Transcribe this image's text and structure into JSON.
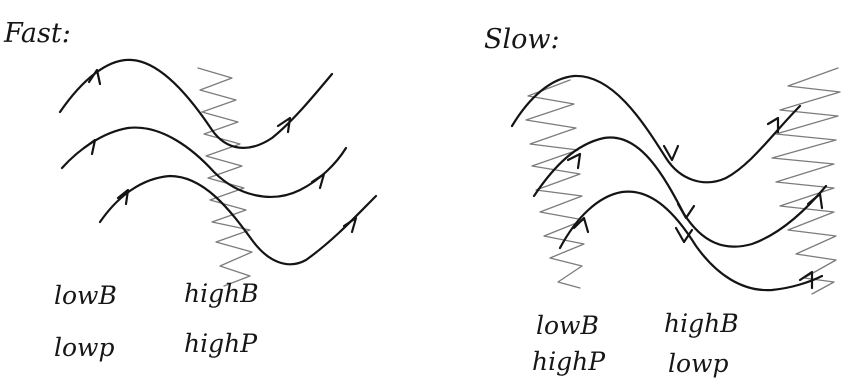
{
  "panels": [
    {
      "title": "Fast:",
      "labels": [
        {
          "line1": "lowB",
          "line2": "lowp"
        },
        {
          "line1": "highB",
          "line2": "highP"
        }
      ]
    },
    {
      "title": "Slow:",
      "labels": [
        {
          "line1": "lowB",
          "line2": "highP"
        },
        {
          "line1": "highB",
          "line2": "lowp"
        }
      ]
    }
  ],
  "colors": {
    "ink": "#141414",
    "hatching": "#7c7c7c",
    "background": "#ffffff"
  }
}
